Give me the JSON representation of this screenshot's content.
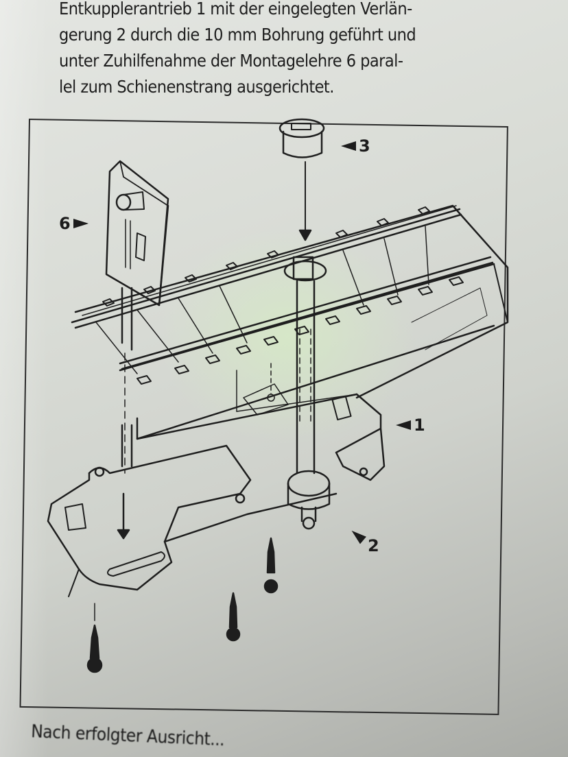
{
  "document": {
    "paragraph_lines": [
      "Entkupplerantrieb 1 mit der eingelegten Verlän-",
      "gerung 2 durch die 10 mm Bohrung geführt und",
      "unter Zuhilfenahme der Montagelehre 6 paral-",
      "lel zum Schienenstrang ausgerichtet."
    ],
    "footer_line": "Nach erfolgter Ausricht..."
  },
  "figure": {
    "callouts": [
      {
        "id": "1",
        "label": "1",
        "part": "Entkupplerantrieb",
        "arrow": "left"
      },
      {
        "id": "2",
        "label": "2",
        "part": "Verlängerung",
        "arrow": "up-left"
      },
      {
        "id": "3",
        "label": "3",
        "part": "cap",
        "arrow": "left"
      },
      {
        "id": "6",
        "label": "6",
        "part": "Montagelehre",
        "arrow": "right"
      }
    ],
    "screws_count": 3
  },
  "colors": {
    "paper": "#d9dcd6",
    "ink": "#1e1e1e",
    "highlight": "#d6ecc4"
  }
}
